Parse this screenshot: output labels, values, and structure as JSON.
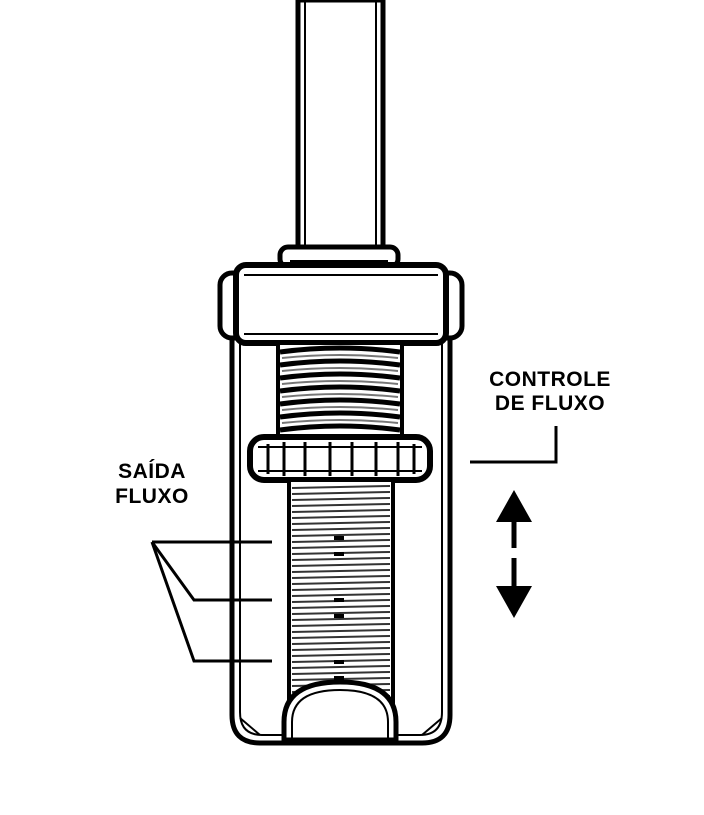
{
  "labels": {
    "flow_control": {
      "line1": "CONTROLE",
      "line2": "DE FLUXO"
    },
    "flow_outlet": {
      "line1": "SAÍDA",
      "line2": "FLUXO"
    }
  },
  "colors": {
    "ink": "#000000",
    "paper": "#ffffff",
    "thread_gray": "#555555"
  }
}
